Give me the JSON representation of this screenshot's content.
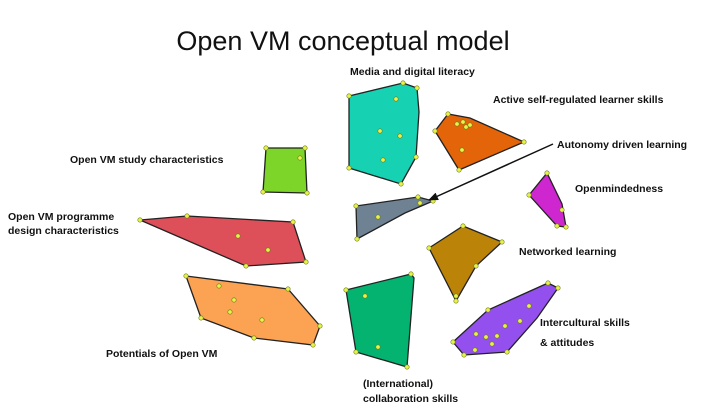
{
  "title": "Open VM conceptual model",
  "labels": {
    "media": "Media and digital literacy",
    "active": "Active self-regulated learner skills",
    "autonomy": "Autonomy driven learning",
    "openmindedness": "Openmindedness",
    "study": "Open VM study characteristics",
    "programme_1": "Open VM programme",
    "programme_2": "design characteristics",
    "networked": "Networked learning",
    "intercultural_1": "Intercultural skills",
    "intercultural_2": "& attitudes",
    "potentials": "Potentials of Open VM",
    "collab_1": "(International)",
    "collab_2": "collaboration skills"
  },
  "colors": {
    "media": "#16d1b2",
    "active": "#e46409",
    "study": "#7ed529",
    "openmindedness": "#cf27cf",
    "programme": "#dd4f59",
    "autonomy": "#6f8294",
    "networked": "#bc8309",
    "potentials": "#fca253",
    "collaboration": "#04b36f",
    "intercultural": "#9450ee",
    "points": "#e8f24a"
  }
}
